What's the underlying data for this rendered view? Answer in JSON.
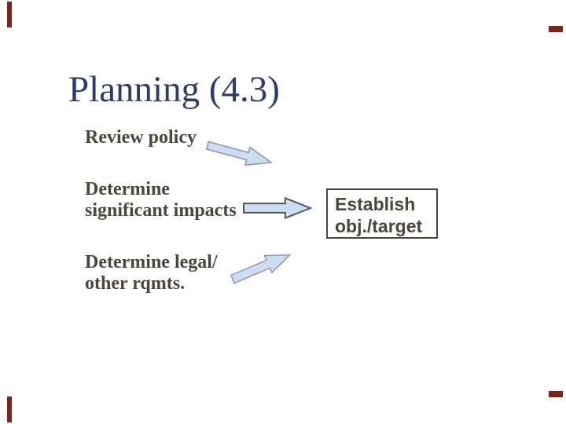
{
  "slide": {
    "title": "Planning (4.3)",
    "steps": [
      {
        "id": "review-policy",
        "lines": [
          "Review policy",
          ""
        ]
      },
      {
        "id": "determine-significant-impacts",
        "lines": [
          "Determine",
          "significant impacts"
        ]
      },
      {
        "id": "determine-legal-other-rqmts",
        "lines": [
          "Determine legal/",
          "other rqmts."
        ]
      }
    ],
    "result_box": {
      "lines": [
        "Establish",
        "obj./target"
      ]
    },
    "arrows": [
      {
        "name": "review-policy-arrow",
        "direction": "down-right"
      },
      {
        "name": "significant-impacts-arrow",
        "direction": "right"
      },
      {
        "name": "legal-rqmts-arrow",
        "direction": "up-right"
      }
    ],
    "decorations": {
      "corner_marks": [
        "top-left",
        "bottom-left",
        "top-right",
        "bottom-right"
      ]
    },
    "colors": {
      "background": "#ffffff",
      "title_text": "#2d3c68",
      "body_text": "#4b463d",
      "box_border": "#4b463d",
      "arrow_fill": "#ccddf1",
      "arrow_outline": "#8897ac",
      "arrow_outline_dark": "#50565a",
      "corner_mark": "#7c241e"
    }
  }
}
